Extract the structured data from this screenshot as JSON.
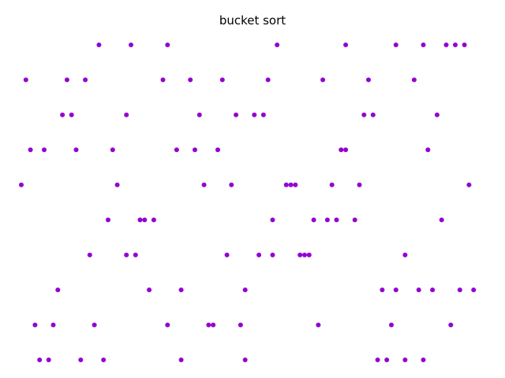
{
  "chart_data": {
    "type": "scatter",
    "title": "bucket sort",
    "marker_color": "#9400d3",
    "grid": false,
    "axes_visible": false,
    "xlim": [
      0,
      100
    ],
    "series": [
      {
        "y": 9,
        "x": [
          17,
          24,
          32,
          56,
          71,
          82,
          88,
          93,
          95,
          97
        ]
      },
      {
        "y": 8,
        "x": [
          1,
          10,
          14,
          31,
          37,
          44,
          54,
          66,
          76,
          86
        ]
      },
      {
        "y": 7,
        "x": [
          9,
          11,
          23,
          39,
          47,
          51,
          53,
          75,
          77,
          91
        ]
      },
      {
        "y": 6,
        "x": [
          2,
          5,
          12,
          20,
          34,
          38,
          43,
          70,
          71,
          89
        ]
      },
      {
        "y": 5,
        "x": [
          0,
          21,
          40,
          46,
          58,
          59,
          60,
          68,
          74,
          98
        ]
      },
      {
        "y": 4,
        "x": [
          19,
          26,
          27,
          29,
          55,
          64,
          67,
          69,
          73,
          92
        ]
      },
      {
        "y": 3,
        "x": [
          15,
          23,
          25,
          45,
          52,
          55,
          61,
          62,
          63,
          84
        ]
      },
      {
        "y": 2,
        "x": [
          8,
          28,
          35,
          49,
          79,
          82,
          87,
          90,
          96,
          99
        ]
      },
      {
        "y": 1,
        "x": [
          3,
          7,
          16,
          32,
          41,
          42,
          48,
          65,
          81,
          94
        ]
      },
      {
        "y": 0,
        "x": [
          4,
          6,
          13,
          18,
          35,
          49,
          78,
          80,
          84,
          88
        ]
      }
    ]
  }
}
